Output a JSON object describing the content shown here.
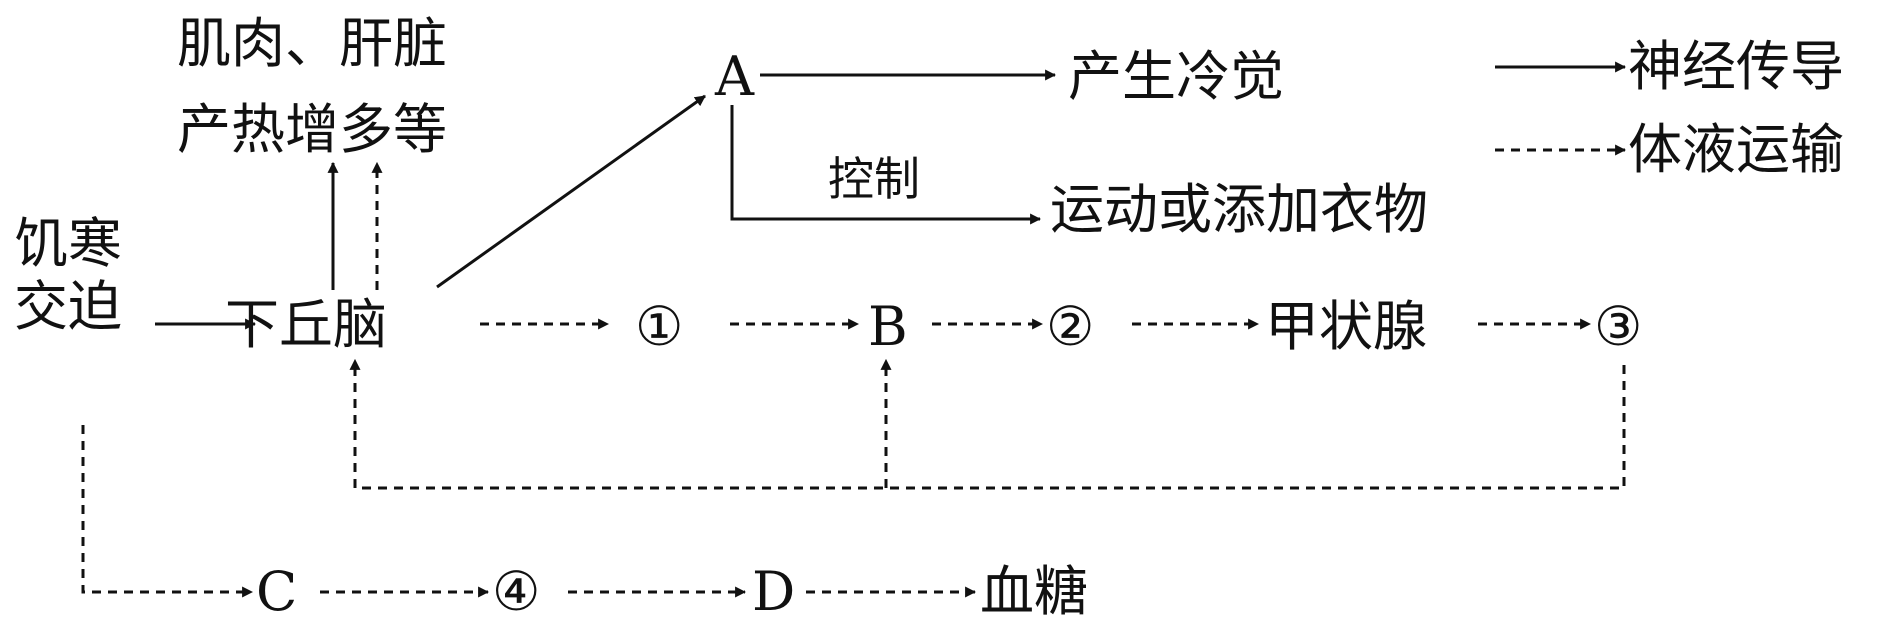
{
  "nodes": {
    "stimulus_line1": "饥寒",
    "stimulus_line2": "交迫",
    "hypothalamus": "下丘脑",
    "effect_line1": "肌肉、肝脏",
    "effect_line2": "产热增多等",
    "a": "A",
    "cold_sensation": "产生冷觉",
    "control_label": "控制",
    "behavior": "运动或添加衣物",
    "n1": "①",
    "b": "B",
    "n2": "②",
    "thyroid": "甲状腺",
    "n3": "③",
    "c": "C",
    "n4": "④",
    "d": "D",
    "blood_sugar": "血糖"
  },
  "legend": {
    "solid_label": "神经传导",
    "dashed_label": "体液运输"
  }
}
